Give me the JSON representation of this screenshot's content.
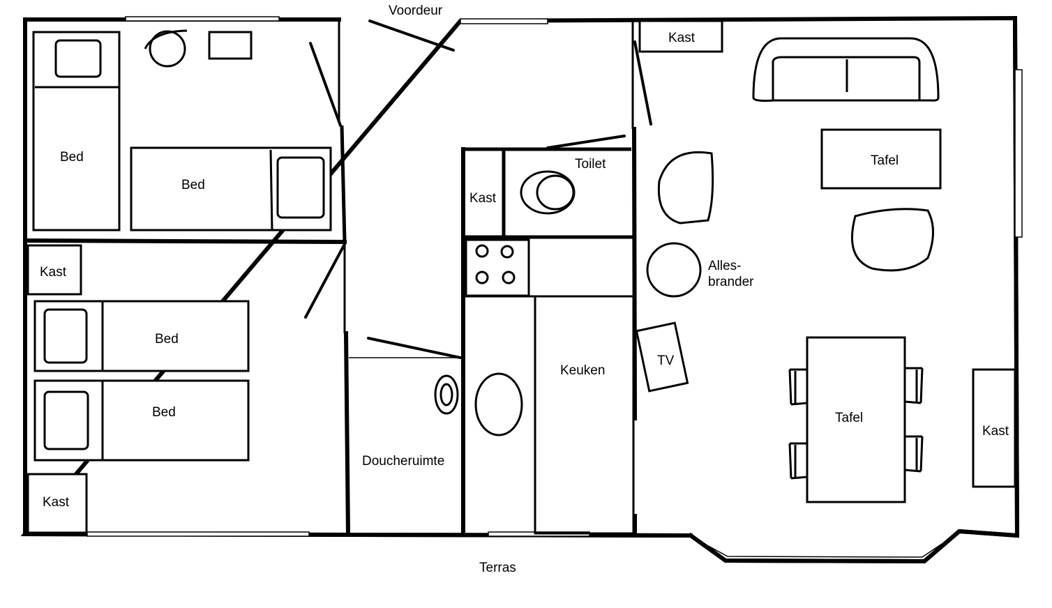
{
  "labels": {
    "front_door": "Voordeur",
    "terrace": "Terras",
    "closet": "Kast",
    "bed": "Bed",
    "toilet": "Toilet",
    "kitchen": "Keuken",
    "shower_room": "Doucheruimte",
    "table": "Tafel",
    "tv": "TV",
    "stove_line1": "Alles-",
    "stove_line2": "brander"
  }
}
